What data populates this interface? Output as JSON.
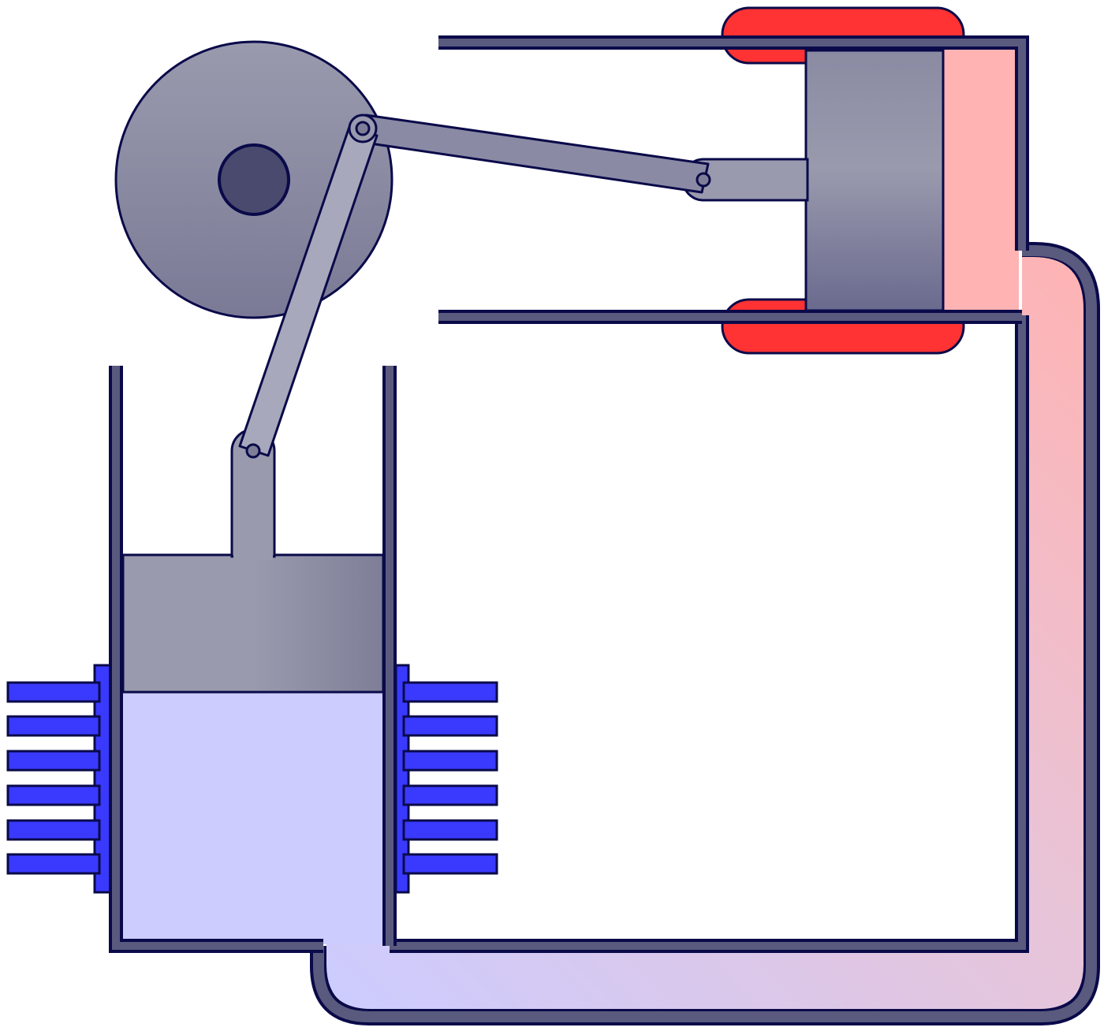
{
  "diagram": {
    "kind": "alpha-type Stirling engine",
    "components": [
      {
        "id": "hot-cylinder",
        "role": "hot power cylinder with heater"
      },
      {
        "id": "hot-piston",
        "role": "hot-side piston"
      },
      {
        "id": "cold-cylinder",
        "role": "cold power cylinder with cooling fins"
      },
      {
        "id": "cold-piston",
        "role": "cold-side piston"
      },
      {
        "id": "flywheel",
        "role": "flywheel with hub"
      },
      {
        "id": "connecting-rods",
        "role": "two rods linking pistons to the flywheel crank"
      },
      {
        "id": "transfer-pipe",
        "role": "gas passage linking hot and cold cylinders"
      }
    ]
  },
  "colors": {
    "outline": "#0a0a4a",
    "wall": "#5a5a7e",
    "heater": "#ff3333",
    "hot_gas": "#ffb3b3",
    "cold_gas": "#ccccff",
    "fins": "#3a3aff",
    "metal_light": "#9a9aae",
    "metal_dark": "#7e7e98",
    "hub": "#4a4a6e",
    "background": "#ffffff"
  },
  "state": {
    "hot_piston_position": "mid-stroke",
    "cold_piston_position": "mid-stroke"
  }
}
